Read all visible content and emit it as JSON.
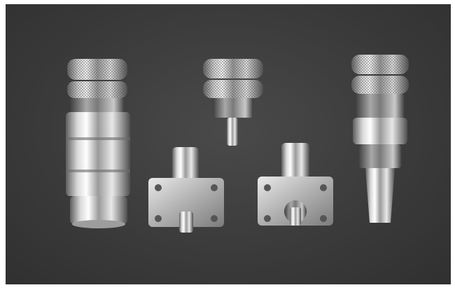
{
  "image": {
    "subject": "",
    "items": [
      {
        "name": "connector-large-left"
      },
      {
        "name": "connector-small-top"
      },
      {
        "name": "flange-connector-left"
      },
      {
        "name": "flange-connector-right"
      },
      {
        "name": "connector-large-right"
      }
    ]
  },
  "colors": {
    "background": "#3b3b3b",
    "metal_light": "#f2f2f2",
    "metal_mid": "#b8b8b8",
    "metal_dark": "#6a6a6a"
  }
}
